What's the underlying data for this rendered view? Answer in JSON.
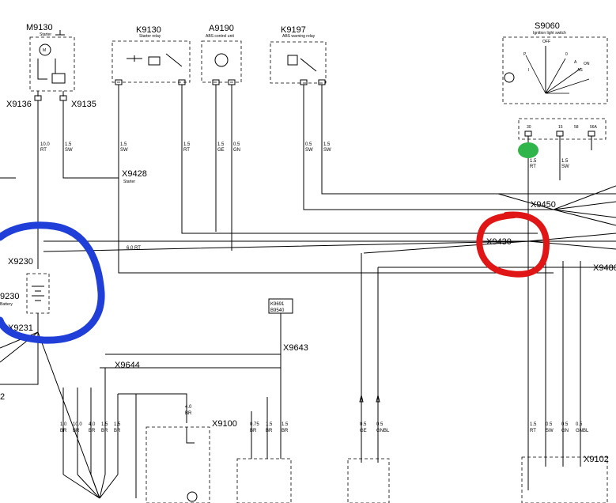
{
  "components": {
    "m9130": {
      "id": "M9130",
      "desc": "Starter"
    },
    "k9130": {
      "id": "K9130",
      "desc": "Starter relay"
    },
    "a9190": {
      "id": "A9190",
      "desc": "ABS control unit"
    },
    "k9197": {
      "id": "K9197",
      "desc": "ABS warning relay"
    },
    "s9060": {
      "id": "S9060",
      "desc": "Ignition light switch"
    },
    "g9230": {
      "id": "9230",
      "desc": "Battery"
    },
    "k9691": {
      "id": "K9691",
      "id2": "B9540"
    }
  },
  "connectors": {
    "x9136": "X9136",
    "x9135": "X9135",
    "x9428": "X9428",
    "x9428_sub": "Starter",
    "x9450": "X9450",
    "x9430": "X9430",
    "x9480": "X9480",
    "x9230": "X9230",
    "x9231": "X9231",
    "x9643": "X9643",
    "x9644": "X9644",
    "x9100": "X9100",
    "x9102": "X9102",
    "left_edge": "2"
  },
  "wire_labels": {
    "w1": [
      "10.0",
      "RT"
    ],
    "w2": [
      "1.5",
      "SW"
    ],
    "w3": [
      "1.5",
      "SW"
    ],
    "w4": [
      "1.5",
      "RT"
    ],
    "w5": [
      "1.5",
      "GE"
    ],
    "w6": [
      "0.5",
      "GN"
    ],
    "w7": [
      "0.5",
      "SW"
    ],
    "w8": [
      "1.5",
      "SW"
    ],
    "w9": [
      "1.5",
      "RT"
    ],
    "w10": [
      "1.5",
      "SW"
    ],
    "w11": "6.0 RT",
    "b1": [
      "1.0",
      "BR"
    ],
    "b2": [
      "10.0",
      "BR"
    ],
    "b3": [
      "4.0",
      "BR"
    ],
    "b4": [
      "1.5",
      "BR"
    ],
    "b5": [
      "1.5",
      "BR"
    ],
    "b6": [
      "4.0",
      "BR"
    ],
    "b7": [
      "0.75",
      "BR"
    ],
    "b8": [
      "1.5",
      "BR"
    ],
    "b9": [
      "1.5",
      "BR"
    ],
    "b10": [
      "0.5",
      "GE"
    ],
    "b11": [
      "0.5",
      "GNBL"
    ],
    "b12": [
      "1.5",
      "RT"
    ],
    "b13": [
      "0.5",
      "SW"
    ],
    "b14": [
      "0.5",
      "GN"
    ],
    "b15": [
      "0.5",
      "GNBL"
    ]
  },
  "switch_positions": [
    "OFF",
    "P",
    "I",
    "0",
    "A",
    "AS",
    "ON"
  ],
  "pins": {
    "s9060": [
      "30",
      "15",
      "58",
      "56A"
    ]
  },
  "colors": {
    "ink": "#000000",
    "blue_mark": "#1f3fd8",
    "red_mark": "#e01515",
    "green_mark": "#2fb54a"
  }
}
